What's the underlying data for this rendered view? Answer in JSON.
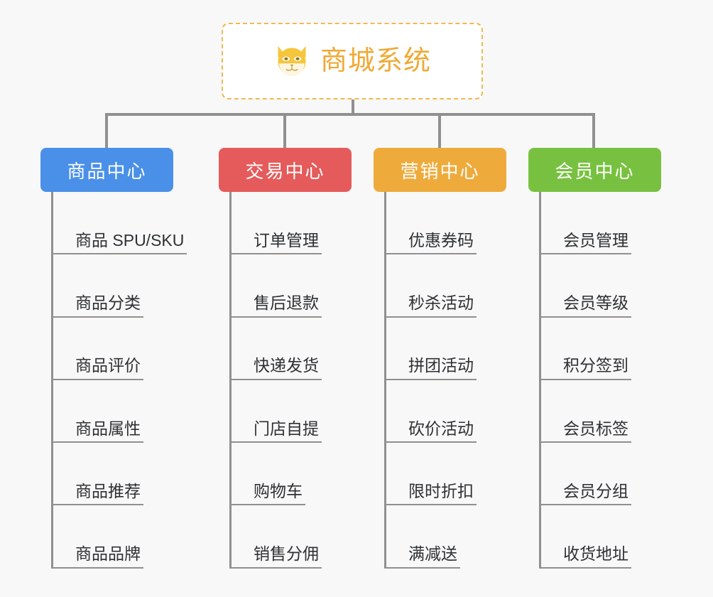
{
  "background_color": "#f8f8f8",
  "root": {
    "title": "商城系统",
    "icon": "shiba-dog-icon",
    "text_color": "#efa935",
    "border_color": "#f0b952",
    "background": "#ffffff"
  },
  "connector_color": "#909090",
  "columns": [
    {
      "title": "商品中心",
      "color": "#4a90e8",
      "items": [
        "商品 SPU/SKU",
        "商品分类",
        "商品评价",
        "商品属性",
        "商品推荐",
        "商品品牌"
      ]
    },
    {
      "title": "交易中心",
      "color": "#e55b5b",
      "items": [
        "订单管理",
        "售后退款",
        "快递发货",
        "门店自提",
        "购物车",
        "销售分佣"
      ]
    },
    {
      "title": "营销中心",
      "color": "#eeab3c",
      "items": [
        "优惠券码",
        "秒杀活动",
        "拼团活动",
        "砍价活动",
        "限时折扣",
        "满减送"
      ]
    },
    {
      "title": "会员中心",
      "color": "#78c140",
      "items": [
        "会员管理",
        "会员等级",
        "积分签到",
        "会员标签",
        "会员分组",
        "收货地址"
      ]
    }
  ]
}
